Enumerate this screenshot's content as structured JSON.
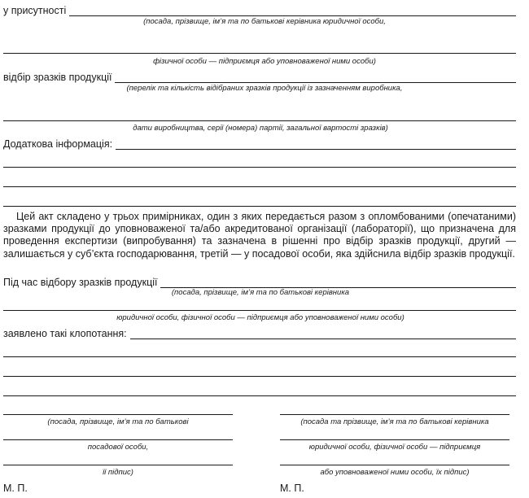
{
  "labels": {
    "presence": "у присутності",
    "sampling": "відбір зразків продукції",
    "additional": "Додаткова інформація:",
    "during": "Під час відбору зразків продукції",
    "petitions": "заявлено такі клопотання:",
    "mp_left": "М. П.",
    "mp_right": "М. П."
  },
  "captions": {
    "c1": "(посада, прізвище, ім’я та по батькові керівника юридичної особи,",
    "c2": "фізичної особи — підприємця або уповноваженої ними особи)",
    "c3": "(перелік та кількість відібраних зразків продукції із зазначенням виробника,",
    "c4": "дати виробництва, серії (номера) партії, загальної вартості зразків)",
    "c5": "(посада, прізвище, ім’я та по батькові керівника",
    "c6": "юридичної особи, фізичної особи — підприємця або уповноваженої ними особи)"
  },
  "paragraph": "Цей акт складено у трьох примірниках, один з яких передається разом з опломбованими (опечатаними) зразками продукції до уповноваженої та/або акредитованої організації (лабораторії), що призначена для проведення експертизи (випробування) та зазначена в рішенні про відбір зразків продукції, другий — залишається у суб’єкта господарювання, третій — у посадової особи, яка здійснила відбір зразків продукції.",
  "signature": {
    "left": {
      "l1": "(посада, прізвище, ім’я та по батькові",
      "l2": "посадової особи,",
      "l3": "її підпис)"
    },
    "right": {
      "l1": "(посада та прізвище, ім’я та по батькові керівника",
      "l2": "юридичної особи, фізичної особи — підприємця",
      "l3": "або уповноваженої ними особи, їх підпис)"
    }
  }
}
